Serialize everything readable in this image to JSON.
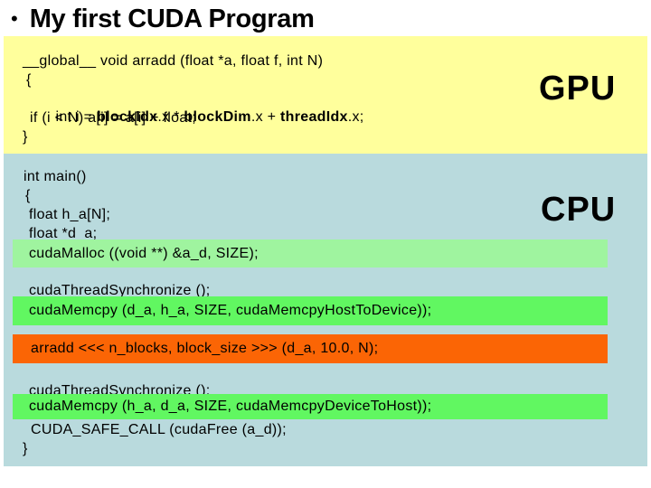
{
  "slide_title": {
    "bullet": "•",
    "text": "My first CUDA Program"
  },
  "colors": {
    "gpu_panel_bg": "#FFFF9C",
    "cpu_panel_bg": "#B9DADD",
    "alloc_highlight": "#9FF49F",
    "memcpy_highlight": "#61F761",
    "kernel_launch_highlight": "#FB6505",
    "code_text": "#000000"
  },
  "gpu_panel": {
    "label": "GPU",
    "code": {
      "signature": "__global__ void arradd (float *a, float f, int N)",
      "open_brace": "{",
      "index_line_segments": [
        {
          "text": "int i = ",
          "bold": false
        },
        {
          "text": "blockIdx",
          "bold": true
        },
        {
          "text": ".x * ",
          "bold": false
        },
        {
          "text": "blockDim",
          "bold": true
        },
        {
          "text": ".x + ",
          "bold": false
        },
        {
          "text": "threadIdx",
          "bold": true
        },
        {
          "text": ".x;",
          "bold": false
        }
      ],
      "guard_line": "if (i < N) a[i] = a[i] + float;",
      "close_brace": "}"
    }
  },
  "cpu_panel": {
    "label": "CPU",
    "code": {
      "main_signature": "int main()",
      "open_brace": "{",
      "host_array_decl": "float h_a[N];",
      "device_ptr_decl": "float *d_a;",
      "cuda_malloc": "cudaMalloc ((void **) &a_d, SIZE);",
      "thread_sync_1": "cudaThreadSynchronize ();",
      "memcpy_host_to_device": "cudaMemcpy (d_a, h_a, SIZE, cudaMemcpyHostToDevice));",
      "kernel_launch": "arradd <<< n_blocks, block_size >>> (d_a, 10.0, N);",
      "thread_sync_2": "cudaThreadSynchronize ();",
      "memcpy_device_to_host": "cudaMemcpy (h_a, d_a, SIZE, cudaMemcpyDeviceToHost));",
      "cuda_free": "CUDA_SAFE_CALL (cudaFree (a_d));",
      "close_brace": "}"
    }
  }
}
